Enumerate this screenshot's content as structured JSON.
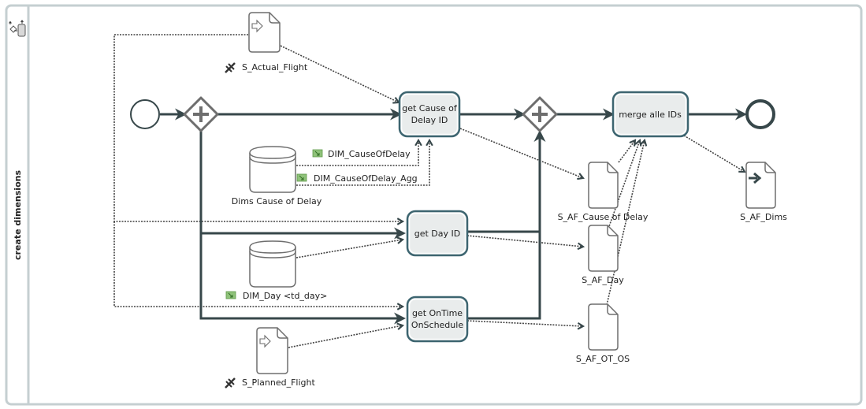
{
  "diagram": {
    "type": "BPMN process",
    "pool": {
      "lane_label": "create dimensions",
      "header_icon": "pool-data-object-icon"
    },
    "events": {
      "start": {
        "name": "start-event"
      },
      "end": {
        "name": "end-event"
      }
    },
    "gateways": [
      {
        "id": "split",
        "type": "parallel",
        "icon": "plus-icon"
      },
      {
        "id": "join",
        "type": "parallel",
        "icon": "plus-icon"
      }
    ],
    "tasks": [
      {
        "id": "cause",
        "lines": [
          "get Cause of",
          "Delay ID"
        ]
      },
      {
        "id": "day",
        "lines": [
          "get Day ID"
        ]
      },
      {
        "id": "ontime",
        "lines": [
          "get OnTime",
          "OnSchedule"
        ]
      },
      {
        "id": "merge",
        "lines": [
          "merge alle IDs"
        ]
      }
    ],
    "data_objects": [
      {
        "id": "s_actual_flight",
        "label": "S_Actual_Flight",
        "kind": "input",
        "badge": "satellite-icon"
      },
      {
        "id": "s_planned_flight",
        "label": "S_Planned_Flight",
        "kind": "input",
        "badge": "satellite-icon"
      },
      {
        "id": "s_af_cause",
        "label": "S_AF_Cause of Delay",
        "kind": "plain"
      },
      {
        "id": "s_af_day",
        "label": "S_AF_Day",
        "kind": "plain"
      },
      {
        "id": "s_af_ot_os",
        "label": "S_AF_OT_OS",
        "kind": "plain"
      },
      {
        "id": "s_af_dims",
        "label": "S_AF_Dims",
        "kind": "output"
      }
    ],
    "data_stores": [
      {
        "id": "dims_cause",
        "label": "Dims Cause of Delay"
      },
      {
        "id": "dim_day_store",
        "label": ""
      }
    ],
    "association_labels": [
      {
        "id": "dim_causeofdelay",
        "label": "DIM_CauseOfDelay",
        "icon": "table-icon"
      },
      {
        "id": "dim_causeofdelay_agg",
        "label": "DIM_CauseOfDelay_Agg",
        "icon": "table-icon"
      },
      {
        "id": "dim_day",
        "label": "DIM_Day <td_day>",
        "icon": "table-icon"
      }
    ],
    "colors": {
      "pool_border": "#c5cfd1",
      "flow": "#37474a",
      "task_border": "#3d6570",
      "task_fill": "#e9ecec",
      "shape_gray": "#6e6e6e",
      "table_icon_fill": "#8fc27a"
    }
  }
}
